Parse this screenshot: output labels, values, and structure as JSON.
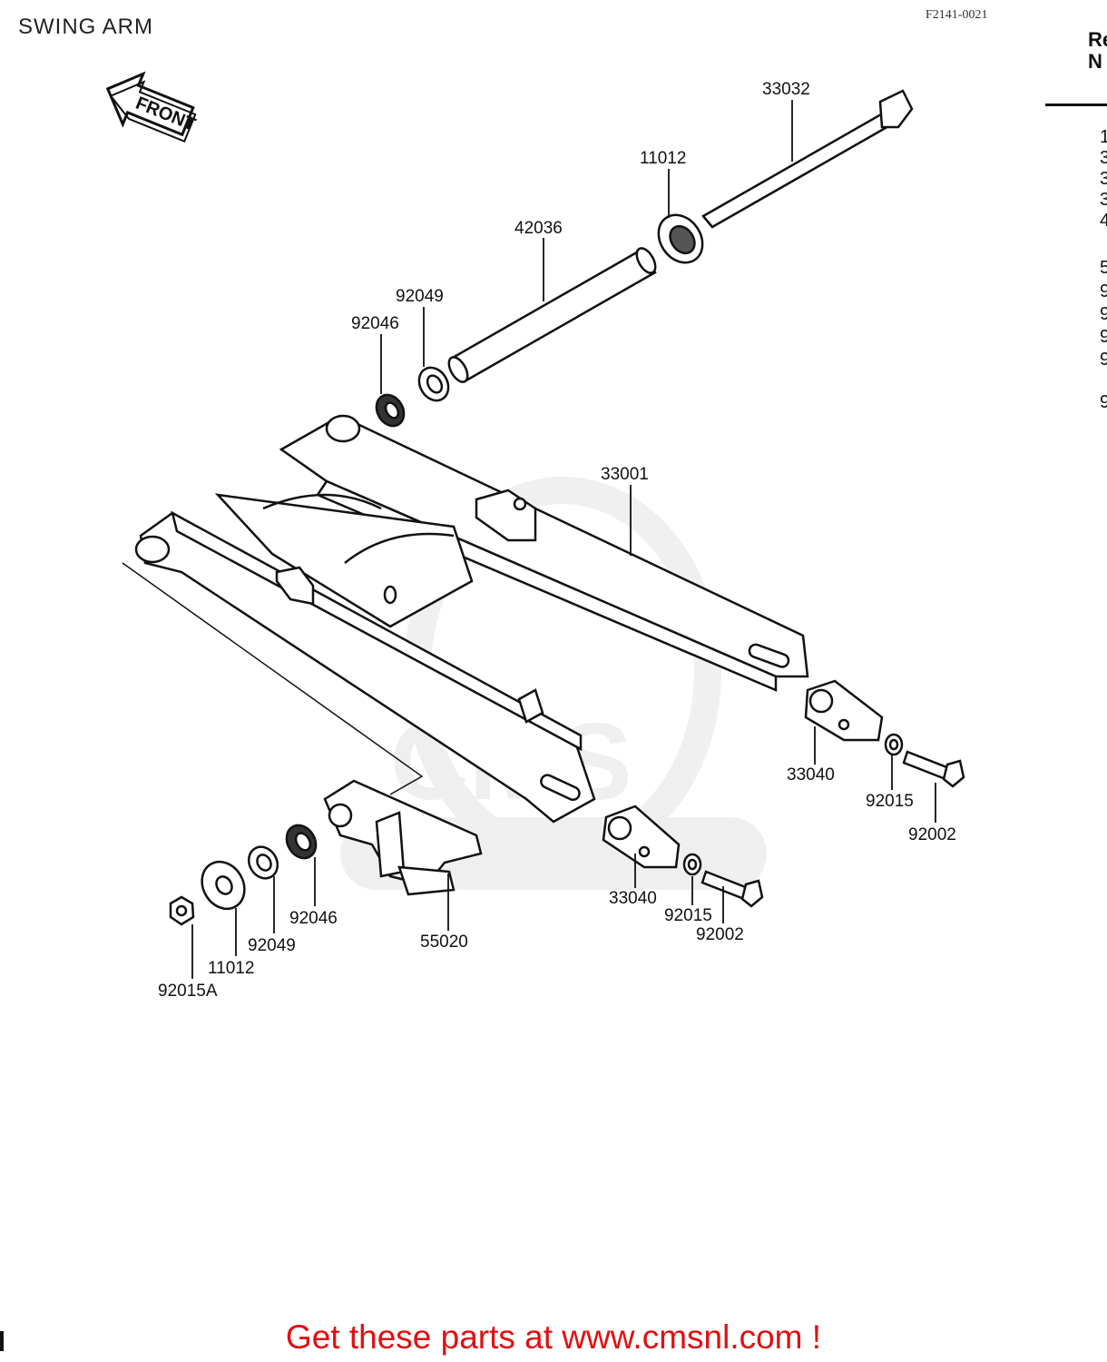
{
  "page": {
    "title": "SWING ARM",
    "figure_code": "F2141-0021",
    "front_badge": "FRONT",
    "promo_text": "Get these parts at www.cmsnl.com !"
  },
  "ref_column": {
    "heading_line1": "Re",
    "heading_line2": "N",
    "digits": [
      "1",
      "3",
      "3",
      "3",
      "4",
      "5",
      "9",
      "9",
      "9",
      "9",
      "9"
    ]
  },
  "parts": {
    "p33032": "33032",
    "p11012_top": "11012",
    "p42036": "42036",
    "p92049_top": "92049",
    "p92046_top": "92046",
    "p33001": "33001",
    "p33040_right": "33040",
    "p92015_right": "92015",
    "p92002_right": "92002",
    "p33040_mid": "33040",
    "p92015_mid": "92015",
    "p92002_mid": "92002",
    "p55020": "55020",
    "p92046_bottom": "92046",
    "p92049_bottom": "92049",
    "p11012_bottom": "11012",
    "p92015A": "92015A"
  }
}
